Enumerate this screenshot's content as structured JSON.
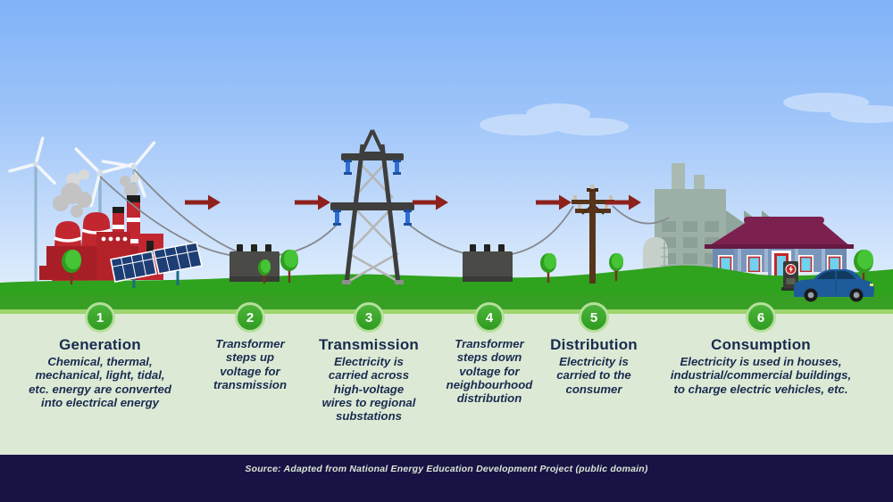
{
  "stages": [
    {
      "number": "1",
      "title": "Generation",
      "description": "Chemical, thermal,\nmechanical, light, tidal,\netc. energy are converted\ninto electrical energy"
    },
    {
      "number": "2",
      "title": "",
      "description": "Transformer\nsteps up\nvoltage for\ntransmission"
    },
    {
      "number": "3",
      "title": "Transmission",
      "description": "Electricity is\ncarried across\nhigh-voltage\nwires to regional\nsubstations"
    },
    {
      "number": "4",
      "title": "",
      "description": "Transformer\nsteps down\nvoltage for\nneighbourhood\ndistribution"
    },
    {
      "number": "5",
      "title": "Distribution",
      "description": "Electricity is\ncarried to the\nconsumer"
    },
    {
      "number": "6",
      "title": "Consumption",
      "description": "Electricity is used in houses,\nindustrial/commercial buildings,\nto charge electric vehicles, etc."
    }
  ],
  "footer": {
    "source": "Source: Adapted from National Energy Education Development Project (public domain)"
  },
  "scene_icons": [
    "wind-turbine-icon",
    "power-plant-icon",
    "smoke-icon",
    "solar-panel-icon",
    "power-line-icon",
    "flow-arrow-icon",
    "step-up-transformer-icon",
    "transmission-tower-icon",
    "step-down-transformer-icon",
    "utility-pole-icon",
    "factory-icon",
    "house-icon",
    "ev-charger-icon",
    "electric-car-icon",
    "tree-icon",
    "cloud-icon",
    "grass"
  ],
  "colors": {
    "sky_top": "#80b2f7",
    "sky_bottom": "#e9f4fd",
    "grass_green": "#2fa21e",
    "band_green": "#389f25",
    "divider_green": "#9fd46e",
    "panel_green": "#dcead5",
    "badge_green": "#3ca52b",
    "badge_ring": "#b5df9c",
    "text_navy": "#1a2b4f",
    "arrow_red": "#8e211c",
    "plant_red": "#c22730",
    "roof_maroon": "#7c2050",
    "footer_navy": "#191245",
    "insulator_blue": "#2f6fd4"
  }
}
